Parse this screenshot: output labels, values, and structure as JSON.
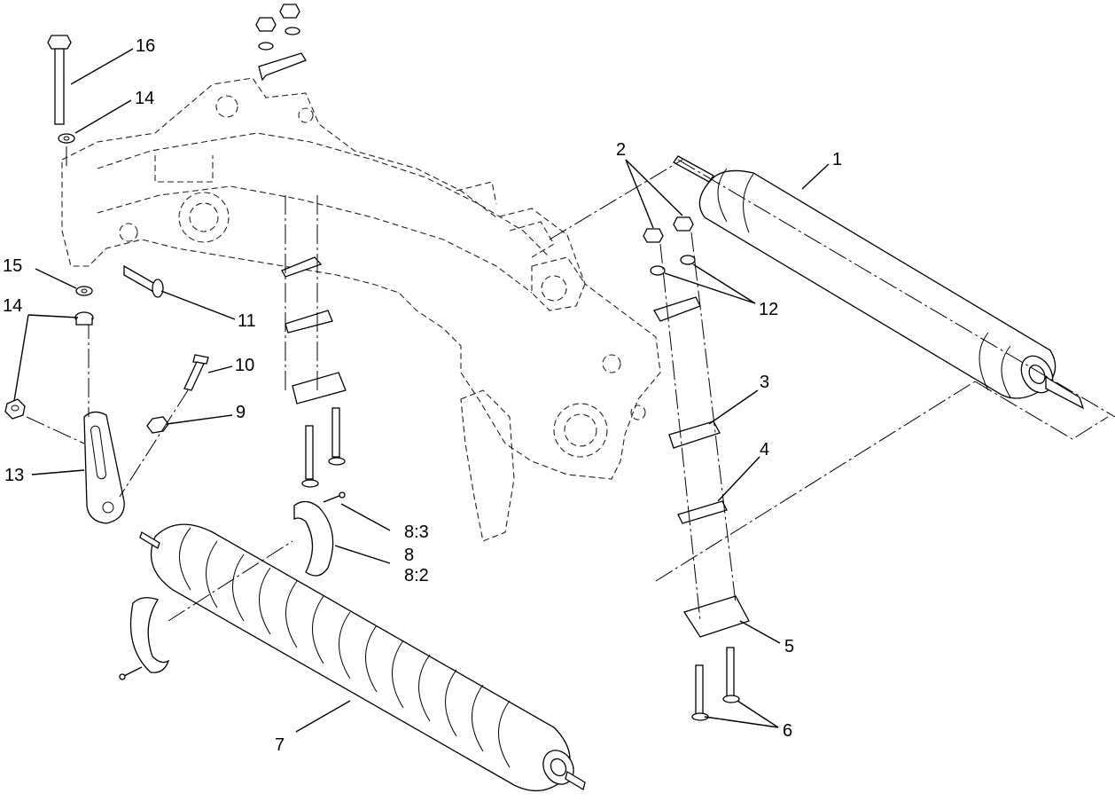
{
  "callouts": [
    {
      "id": "c1",
      "label": "1"
    },
    {
      "id": "c2",
      "label": "2"
    },
    {
      "id": "c3",
      "label": "3"
    },
    {
      "id": "c4",
      "label": "4"
    },
    {
      "id": "c5",
      "label": "5"
    },
    {
      "id": "c6",
      "label": "6"
    },
    {
      "id": "c7",
      "label": "7"
    },
    {
      "id": "c8",
      "label": "8"
    },
    {
      "id": "c8-2",
      "label": "8:2"
    },
    {
      "id": "c8-3",
      "label": "8:3"
    },
    {
      "id": "c9",
      "label": "9"
    },
    {
      "id": "c10",
      "label": "10"
    },
    {
      "id": "c11",
      "label": "11"
    },
    {
      "id": "c12",
      "label": "12"
    },
    {
      "id": "c13",
      "label": "13"
    },
    {
      "id": "c14a",
      "label": "14"
    },
    {
      "id": "c14b",
      "label": "14"
    },
    {
      "id": "c15",
      "label": "15"
    },
    {
      "id": "c16",
      "label": "16"
    }
  ]
}
